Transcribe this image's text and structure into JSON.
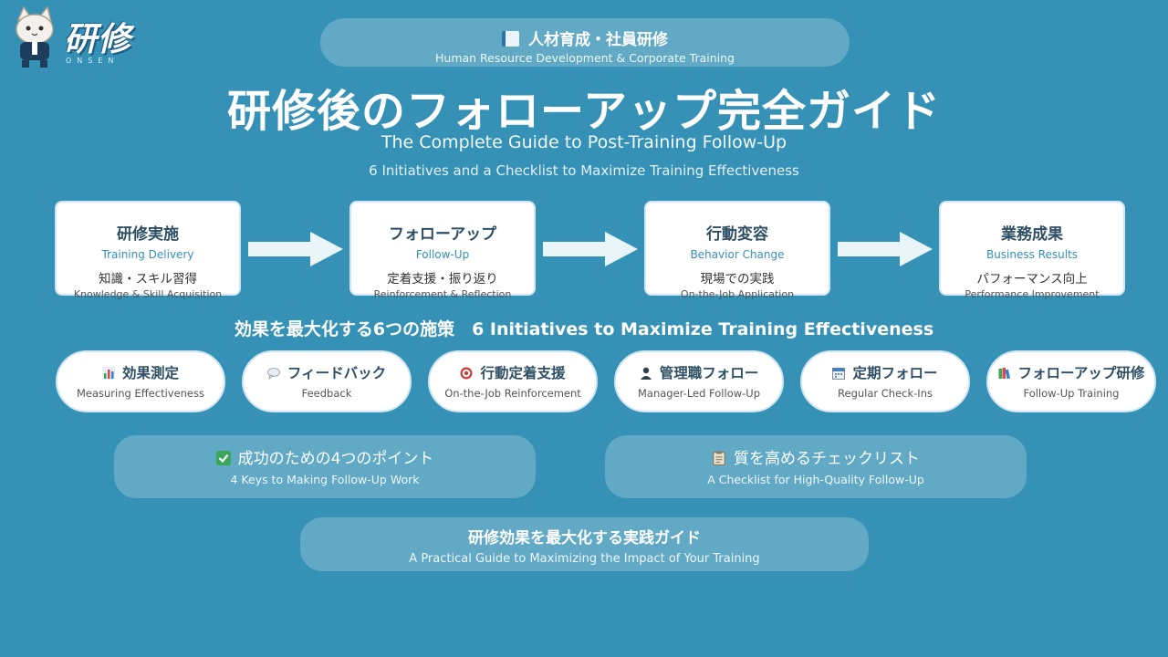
{
  "logo": {
    "text": "研修",
    "subtext": "ONSEN",
    "icon": "cat-mascot-icon"
  },
  "header": {
    "icon": "book-icon",
    "title": "人材育成・社員研修",
    "subtitle": "Human Resource Development & Corporate Training"
  },
  "main": {
    "title": "研修後のフォローアップ完全ガイド",
    "subtitle": "The Complete Guide to Post-Training Follow-Up",
    "subtitle2": "6 Initiatives and a Checklist to Maximize Training Effectiveness"
  },
  "flow": [
    {
      "title": "研修実施",
      "en": "Training Delivery",
      "desc": "知識・スキル習得",
      "desc_en": "Knowledge & Skill Acquisition"
    },
    {
      "title": "フォローアップ",
      "en": "Follow-Up",
      "desc": "定着支援・振り返り",
      "desc_en": "Reinforcement & Reflection"
    },
    {
      "title": "行動変容",
      "en": "Behavior Change",
      "desc": "現場での実践",
      "desc_en": "On-the-Job Application"
    },
    {
      "title": "業務成果",
      "en": "Business Results",
      "desc": "パフォーマンス向上",
      "desc_en": "Performance Improvement"
    }
  ],
  "initiatives_title": "効果を最大化する6つの施策　6 Initiatives to Maximize Training Effectiveness",
  "initiatives": [
    {
      "icon": "bar-chart-icon",
      "title": "効果測定",
      "en": "Measuring Effectiveness"
    },
    {
      "icon": "speech-bubble-icon",
      "title": "フィードバック",
      "en": "Feedback"
    },
    {
      "icon": "target-icon",
      "title": "行動定着支援",
      "en": "On-the-Job Reinforcement"
    },
    {
      "icon": "person-icon",
      "title": "管理職フォロー",
      "en": "Manager-Led Follow-Up"
    },
    {
      "icon": "calendar-icon",
      "title": "定期フォロー",
      "en": "Regular Check-Ins"
    },
    {
      "icon": "books-icon",
      "title": "フォローアップ研修",
      "en": "Follow-Up Training"
    }
  ],
  "keys": {
    "left": {
      "icon": "checkmark-icon",
      "title": "成功のための4つのポイント",
      "subtitle": "4 Keys to Making Follow-Up Work"
    },
    "right": {
      "icon": "clipboard-icon",
      "title": "質を高めるチェックリスト",
      "subtitle": "A Checklist for High-Quality Follow-Up"
    }
  },
  "footer": {
    "title": "研修効果を最大化する実践ガイド",
    "subtitle": "A Practical Guide to Maximizing the Impact of Your Training"
  },
  "colors": {
    "background": "#3591b5",
    "card": "#ffffff",
    "card_title": "#2e4f63",
    "accent": "#3591b5",
    "arrow": "#eaf5fa"
  }
}
